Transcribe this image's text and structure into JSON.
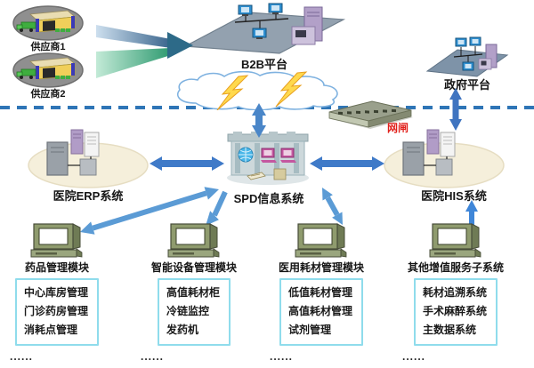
{
  "colors": {
    "arrow_blue": "#4a86c8",
    "module_arrow_blue": "#5b9bd5",
    "dashed_line_blue": "#2e75b6",
    "gateway_label_red": "#e11f1a",
    "module_box_border_cyan": "#8fdcec",
    "lightning_yellow": "#ffd94d",
    "cluster_ellipse_cream": "#f5efdb",
    "platform_gray": "#93a1af"
  },
  "nodes": {
    "supplier1": {
      "label": "供应商1",
      "icon": "warehouse-truck-icon"
    },
    "supplier2": {
      "label": "供应商2",
      "icon": "warehouse-truck-icon"
    },
    "b2b_platform": {
      "label": "B2B平台",
      "icon": "network-platform-icon"
    },
    "gov_platform": {
      "label": "政府平台",
      "icon": "network-platform-icon"
    },
    "internet_cloud": {
      "icon": "cloud-lightning-icon"
    },
    "network_gateway": {
      "label": "网闸",
      "icon": "network-switch-icon"
    },
    "hospital_erp": {
      "label": "医院ERP系统",
      "icon": "server-cluster-icon"
    },
    "spd_system": {
      "label": "SPD信息系统",
      "icon": "datacenter-building-icon"
    },
    "hospital_his": {
      "label": "医院HIS系统",
      "icon": "server-cluster-icon"
    }
  },
  "modules": [
    {
      "title": "药品管理模块",
      "icon": "desktop-computer-icon",
      "items": [
        "中心库房管理",
        "门诊药房管理",
        "消耗点管理"
      ],
      "more": "......"
    },
    {
      "title": "智能设备管理模块",
      "icon": "desktop-computer-icon",
      "items": [
        "高值耗材柜",
        "冷链监控",
        "发药机"
      ],
      "more": "......"
    },
    {
      "title": "医用耗材管理模块",
      "icon": "desktop-computer-icon",
      "items": [
        "低值耗材管理",
        "高值耗材管理",
        "试剂管理"
      ],
      "more": "......"
    },
    {
      "title": "其他增值服务子系统",
      "icon": "desktop-computer-icon",
      "items": [
        "耗材追溯系统",
        "手术麻醉系统",
        "主数据系统"
      ],
      "more": "......"
    }
  ]
}
